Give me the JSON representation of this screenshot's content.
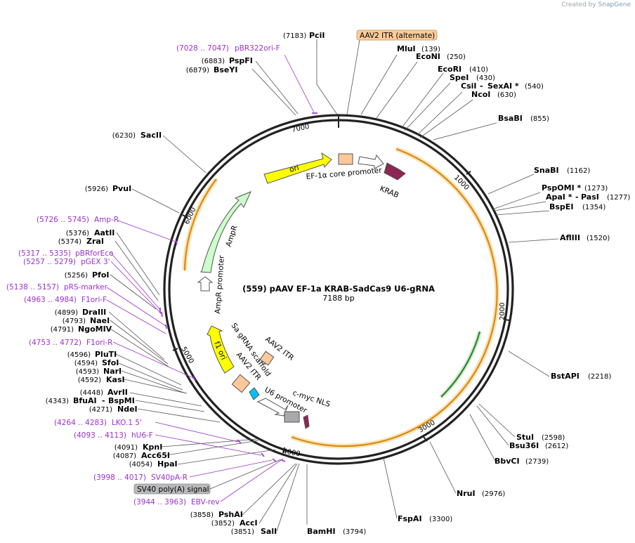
{
  "creator": {
    "prefix": "Created by",
    "brand": "SnapGene"
  },
  "plasmid": {
    "title": "(559) pAAV EF-1a KRAB-SadCas9 U6-gRNA",
    "length": "7188 bp"
  },
  "size_ticks": [
    "1000",
    "2000",
    "3000",
    "4000",
    "5000",
    "6000",
    "7000"
  ],
  "sites": [
    {
      "name": "PciI",
      "pos": "(7183)"
    },
    {
      "name": "MluI",
      "pos": "(139)"
    },
    {
      "name": "EcoNI",
      "pos": "(250)"
    },
    {
      "name": "EcoRI",
      "pos": "(410)"
    },
    {
      "name": "SpeI",
      "pos": "(430)"
    },
    {
      "name": "CsiI",
      "pos": ""
    },
    {
      "name": "SexAI *",
      "pos": "(540)"
    },
    {
      "name": "NcoI",
      "pos": "(630)"
    },
    {
      "name": "BsaBI",
      "pos": "(855)"
    },
    {
      "name": "SnaBI",
      "pos": "(1162)"
    },
    {
      "name": "PspOMI *",
      "pos": "(1273)"
    },
    {
      "name": "ApaI *",
      "pos": ""
    },
    {
      "name": "PasI",
      "pos": "(1277)"
    },
    {
      "name": "BspEI",
      "pos": "(1354)"
    },
    {
      "name": "AflIII",
      "pos": "(1520)"
    },
    {
      "name": "BstAPI",
      "pos": "(2218)"
    },
    {
      "name": "StuI",
      "pos": "(2598)"
    },
    {
      "name": "Bsu36I",
      "pos": "(2612)"
    },
    {
      "name": "BbvCI",
      "pos": "(2739)"
    },
    {
      "name": "NruI",
      "pos": "(2976)"
    },
    {
      "name": "FspAI",
      "pos": "(3300)"
    },
    {
      "name": "BamHI",
      "pos": "(3794)"
    },
    {
      "name": "SalI",
      "pos": "(3851)"
    },
    {
      "name": "AccI",
      "pos": "(3852)"
    },
    {
      "name": "PshAI",
      "pos": "(3858)"
    },
    {
      "name": "HpaI",
      "pos": "(4054)"
    },
    {
      "name": "Acc65I",
      "pos": "(4087)"
    },
    {
      "name": "KpnI",
      "pos": "(4091)"
    },
    {
      "name": "NdeI",
      "pos": "(4271)"
    },
    {
      "name": "BfuAI",
      "pos": "(4343)"
    },
    {
      "name": "BspMI",
      "pos": ""
    },
    {
      "name": "AvrII",
      "pos": "(4448)"
    },
    {
      "name": "KasI",
      "pos": "(4592)"
    },
    {
      "name": "NarI",
      "pos": "(4593)"
    },
    {
      "name": "SfoI",
      "pos": "(4594)"
    },
    {
      "name": "PluTI",
      "pos": "(4596)"
    },
    {
      "name": "NgoMIV",
      "pos": "(4791)"
    },
    {
      "name": "NaeI",
      "pos": "(4793)"
    },
    {
      "name": "DraIII",
      "pos": "(4899)"
    },
    {
      "name": "PfoI",
      "pos": "(5256)"
    },
    {
      "name": "ZraI",
      "pos": "(5374)"
    },
    {
      "name": "AatII",
      "pos": "(5376)"
    },
    {
      "name": "PvuI",
      "pos": "(5926)"
    },
    {
      "name": "SacII",
      "pos": "(6230)"
    },
    {
      "name": "BseYI",
      "pos": "(6879)"
    },
    {
      "name": "PspFI",
      "pos": "(6883)"
    }
  ],
  "primers": [
    {
      "name": "pBR322ori-F",
      "range": "(7028 .. 7047)"
    },
    {
      "name": "Amp-R",
      "range": "(5726 .. 5745)"
    },
    {
      "name": "pBRforEco",
      "range": "(5317 .. 5335)"
    },
    {
      "name": "pGEX 3'",
      "range": "(5257 .. 5279)"
    },
    {
      "name": "pRS-marker",
      "range": "(5138 .. 5157)"
    },
    {
      "name": "F1ori-F",
      "range": "(4963 .. 4984)"
    },
    {
      "name": "F1ori-R",
      "range": "(4753 .. 4772)"
    },
    {
      "name": "LKO.1 5'",
      "range": "(4264 .. 4283)"
    },
    {
      "name": "hU6-F",
      "range": "(4093 .. 4113)"
    },
    {
      "name": "SV40pA-R",
      "range": "(3998 .. 4017)"
    },
    {
      "name": "EBV-rev",
      "range": "(3944 .. 3963)"
    }
  ],
  "features": {
    "aav2_itr_alt": "AAV2 ITR (alternate)",
    "sv40_polya": "SV40 poly(A) signal",
    "ori": "ori",
    "ef1a": "EF-1α core promoter",
    "krab": "KRAB",
    "ampr": "AmpR",
    "ampr_promoter": "AmpR promoter",
    "f1_ori": "f1 ori",
    "sa_grna": "Sa gRNA scaffold",
    "aav2_itr_1": "AAV2 ITR",
    "aav2_itr_2": "AAV2 ITR",
    "u6": "U6 promoter",
    "cmyc": "c-myc NLS"
  },
  "colors": {
    "ori": "#ffff00",
    "ampr": "#ccffcc",
    "itr": "#ffc89a",
    "krab": "#8b2752",
    "u6_outline": "#ffffff",
    "sv40": "#a7a9ac",
    "cmyc": "#8b2752",
    "primer": "#9b30d0",
    "cas9_arc": "#f6a21e",
    "green_arc": "#2e7d32",
    "itr_label_bg": "#ffcc99"
  }
}
